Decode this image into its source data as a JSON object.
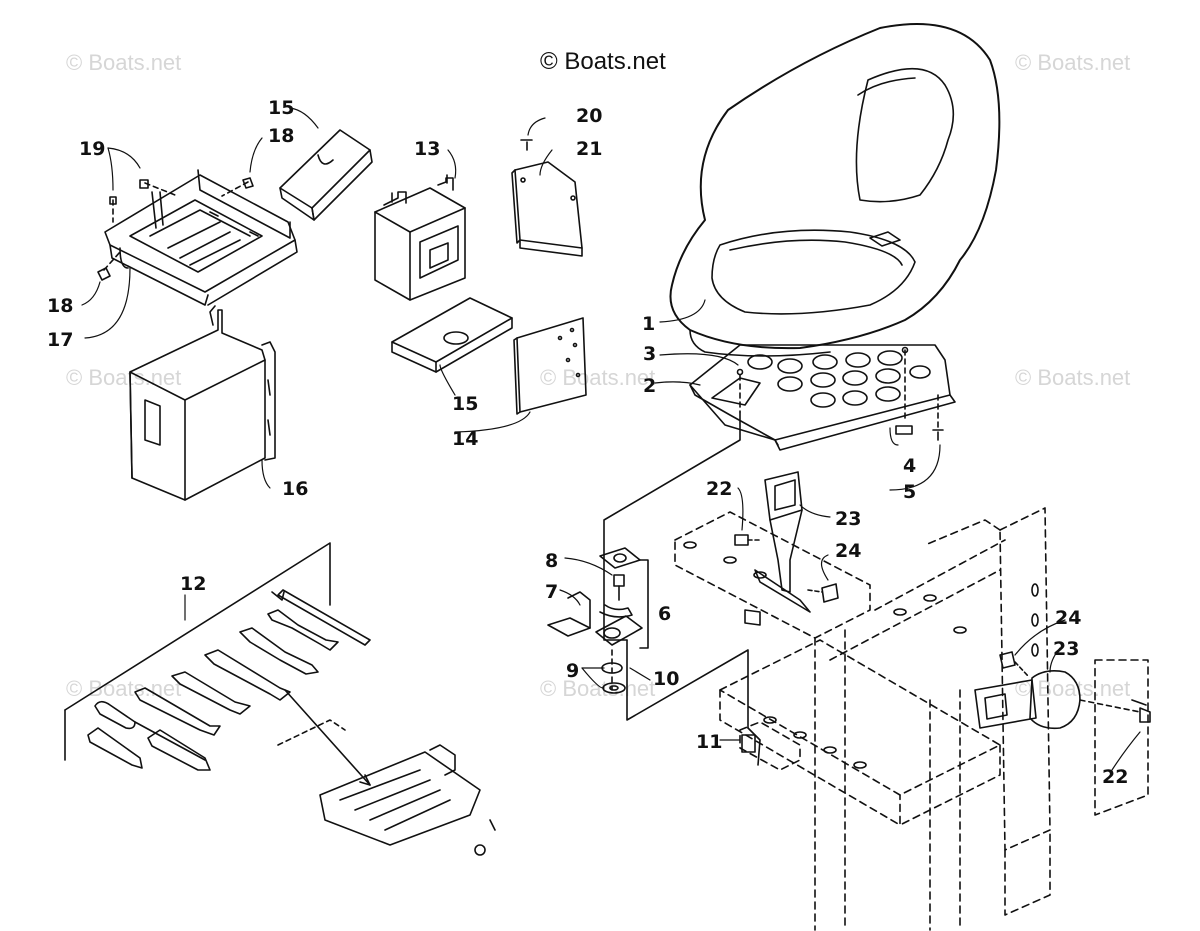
{
  "copyright": "© Boats.net",
  "watermark_text": "© Boats.net",
  "callouts": {
    "c1": "1",
    "c2": "2",
    "c3": "3",
    "c4": "4",
    "c5": "5",
    "c6": "6",
    "c7": "7",
    "c8": "8",
    "c9": "9",
    "c10": "10",
    "c11": "11",
    "c12": "12",
    "c13": "13",
    "c14": "14",
    "c15a": "15",
    "c15b": "15",
    "c16": "16",
    "c17": "17",
    "c18a": "18",
    "c18b": "18",
    "c19": "19",
    "c20": "20",
    "c21": "21",
    "c22a": "22",
    "c22b": "22",
    "c23a": "23",
    "c23b": "23",
    "c24a": "24",
    "c24b": "24"
  },
  "colors": {
    "line": "#111111",
    "seat_fill": "#ffffff",
    "watermark": "#d6d6d6"
  }
}
